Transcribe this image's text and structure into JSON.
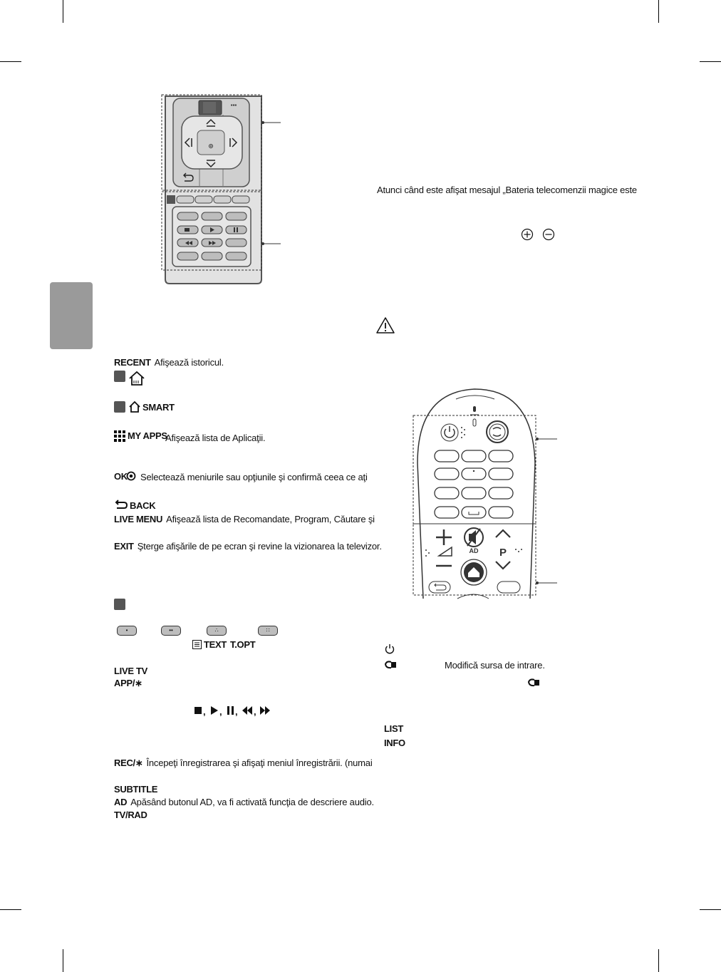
{
  "left": {
    "recent": {
      "key": "RECENT",
      "desc": "Afişează istoricul."
    },
    "smart": {
      "key": "SMART"
    },
    "myapps": {
      "key": "MY APPS",
      "desc": "Afişează lista de Aplicaţii."
    },
    "ok": {
      "key": "OK",
      "desc": "Selectează meniurile sau opţiunile şi confirmă ceea ce aţi"
    },
    "back": {
      "key": "BACK"
    },
    "livemenu": {
      "key": "LIVE MENU",
      "desc": "Afişează lista de Recomandate, Program, Căutare şi"
    },
    "exit": {
      "key": "EXIT",
      "desc": "Şterge afişările de pe ecran şi revine la vizionarea la televizor."
    },
    "color_pills": [
      "•",
      "••",
      "∴",
      "∷"
    ],
    "text_label": "TEXT",
    "topt_label": "T.OPT",
    "livetv": "LIVE TV",
    "app": "APP/∗",
    "playback_sep": ",",
    "rec": {
      "key": "REC/∗",
      "desc": "Începeţi înregistrarea şi afişaţi meniul înregistrării. (numai"
    },
    "subtitle": "SUBTITLE",
    "ad": {
      "key": "AD",
      "desc": "Apăsând butonul AD, va fi activată funcţia de descriere audio."
    },
    "tvrad": "TV/RAD"
  },
  "right": {
    "battery_msg": "Atunci când este afişat mesajul „Bateria telecomenzii magice este",
    "input_desc": "Modifică sursa de intrare.",
    "list": "LIST",
    "info": "INFO"
  },
  "magic_remote": {
    "ad_label": "AD",
    "p_label": "P"
  },
  "colors": {
    "panel": "#d0d0d0",
    "tab": "#9a9a9a",
    "dark": "#555555"
  }
}
